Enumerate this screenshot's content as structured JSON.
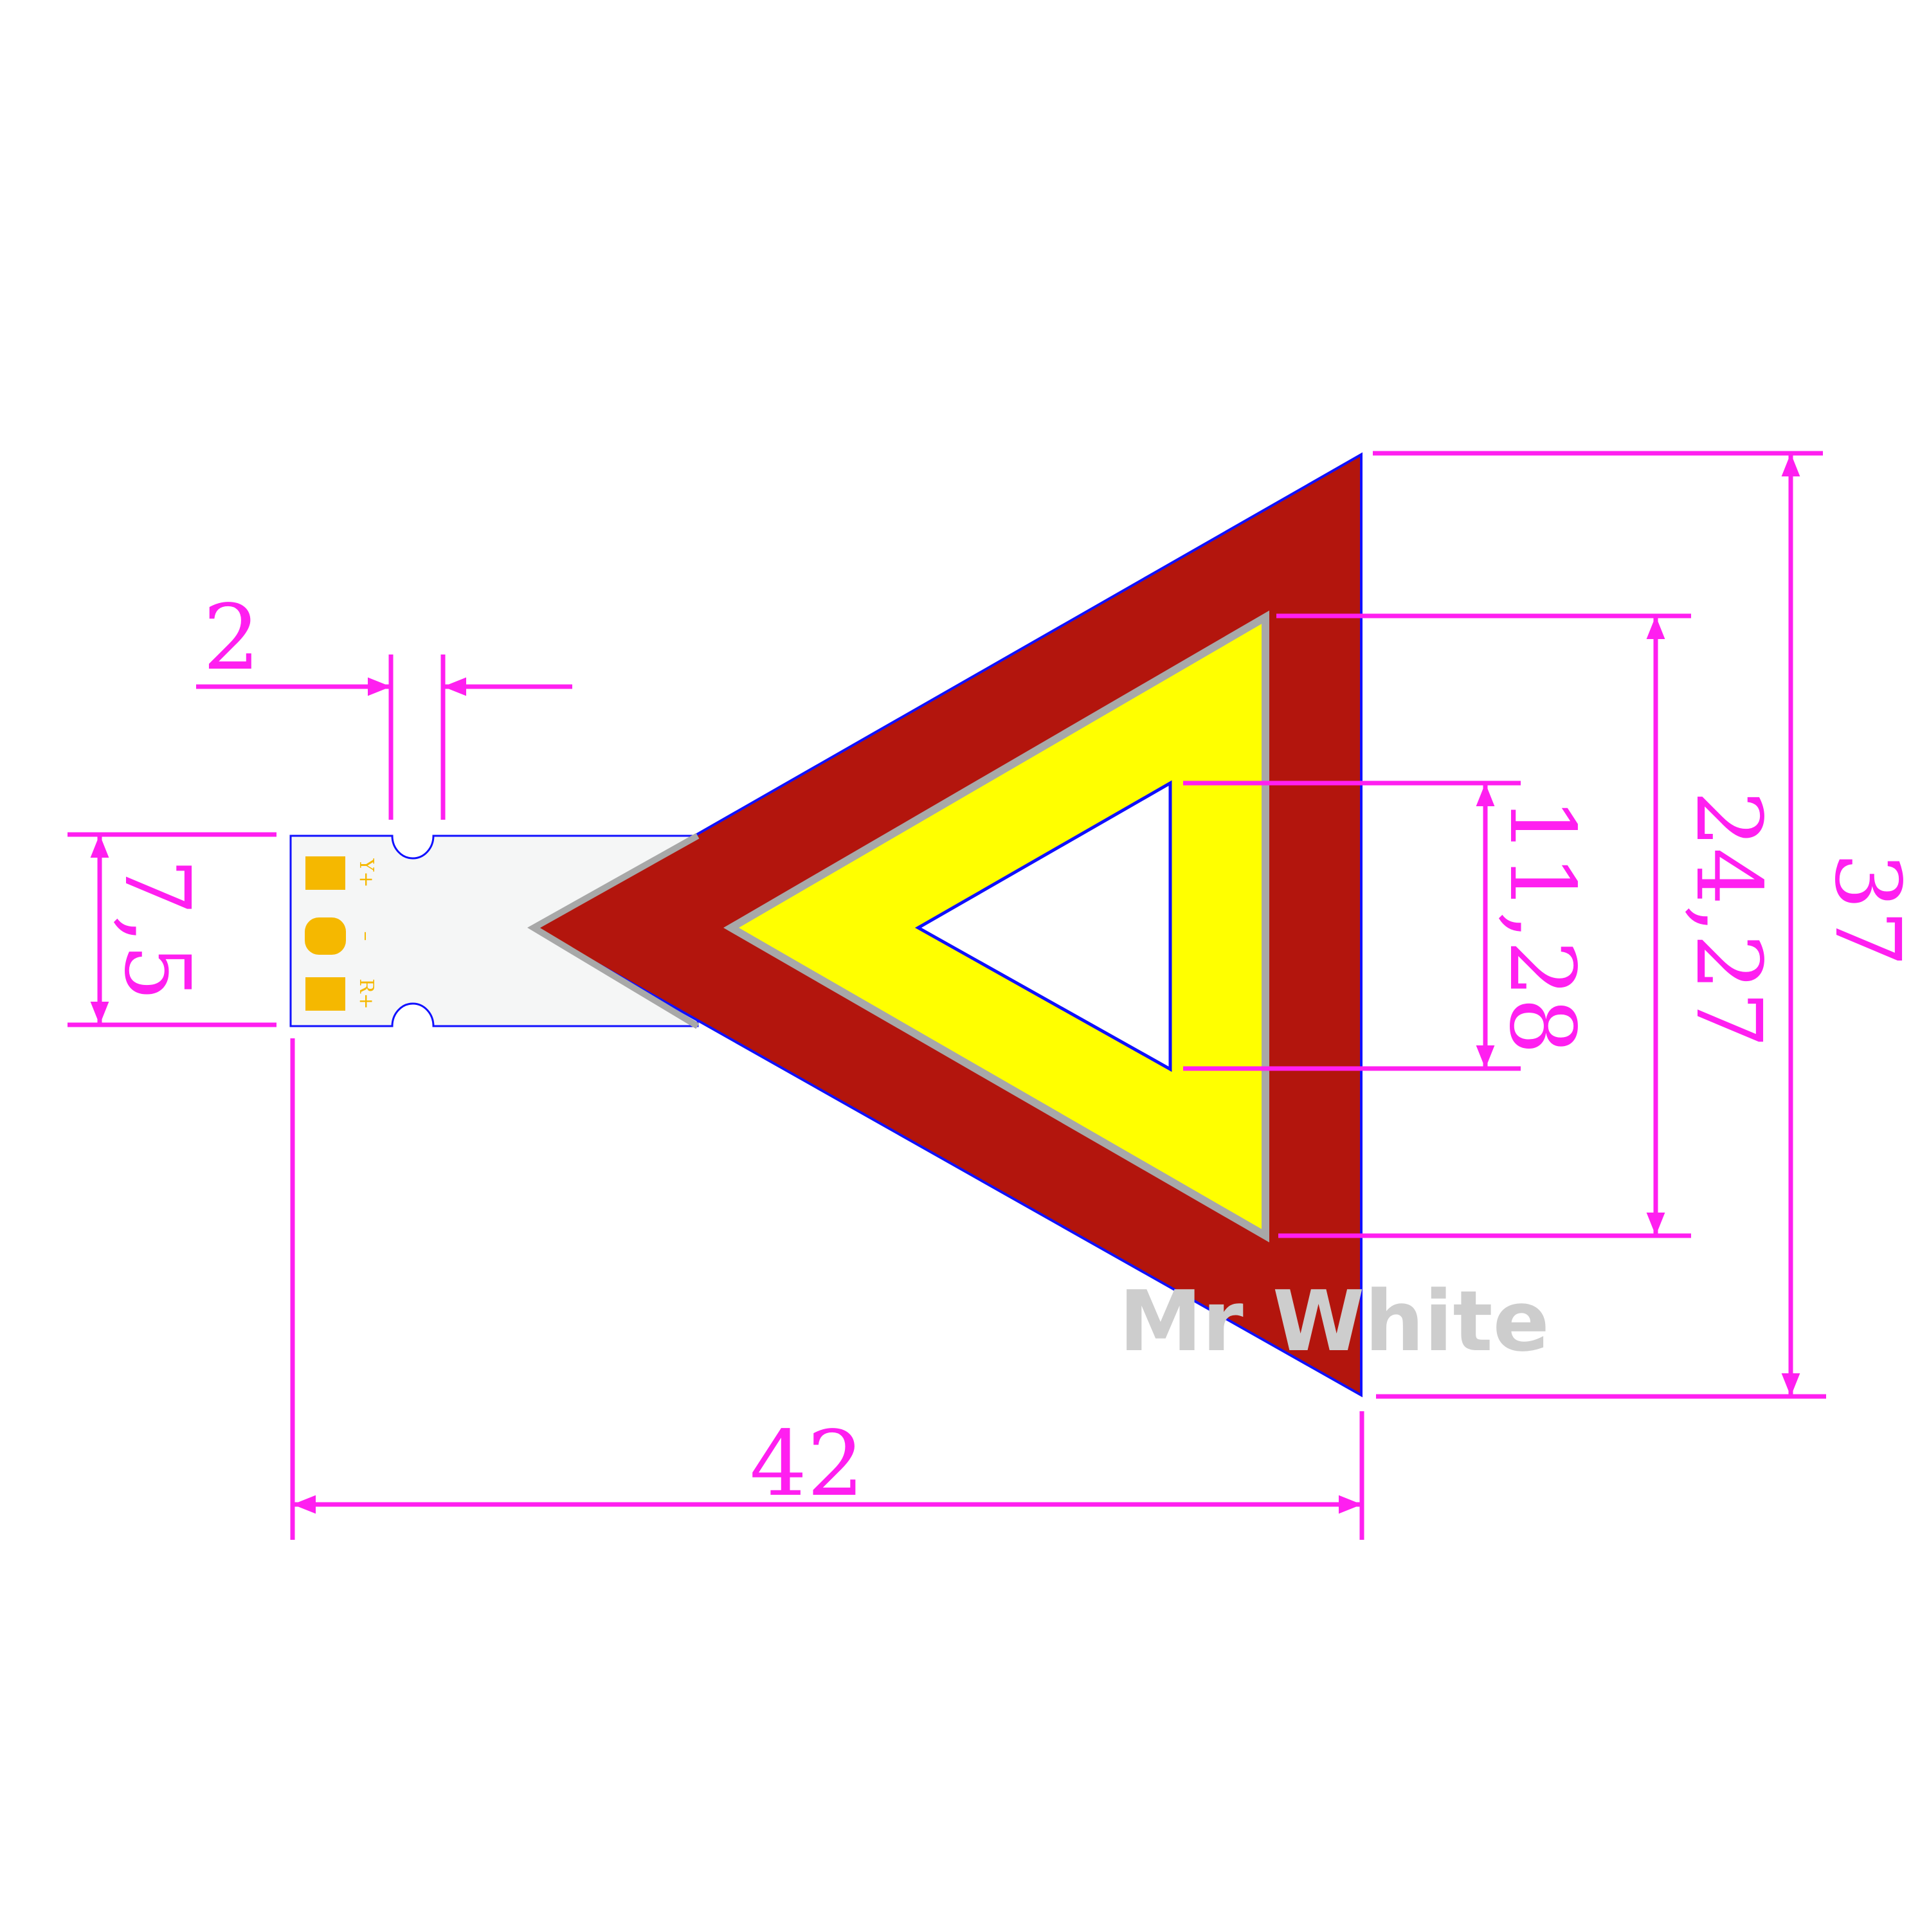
{
  "dimensions": {
    "overall_width": "42",
    "overall_height": "37",
    "middle_triangle_height": "24,27",
    "inner_triangle_height": "11,28",
    "connector_height": "7,5",
    "notch_width": "2"
  },
  "pads": {
    "top_label": "Y+",
    "middle_label": "–",
    "bottom_label": "R+"
  },
  "watermark": "Mr White",
  "colors": {
    "dimension": "#ff1ff0",
    "outer_triangle": "#b3150d",
    "middle_triangle": "#ffff00",
    "inner_triangle": "#ffffff",
    "connector": "#f5f6f6",
    "pads": "#f5b800",
    "outline": "#1010ff"
  }
}
